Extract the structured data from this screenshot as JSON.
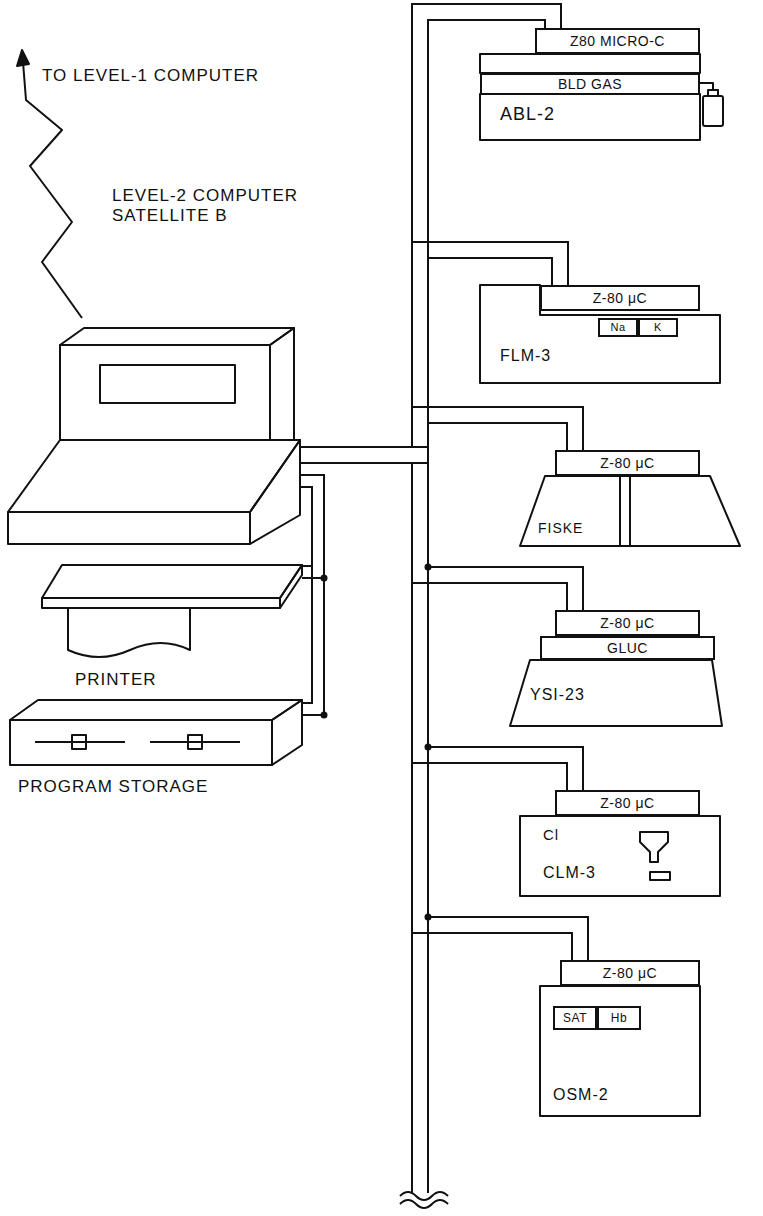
{
  "diagram": {
    "nodes": [
      {
        "text": [
          "LEVEL-2 COMPUTER SATELLITE B"
        ]
      },
      {
        "text": [
          "PRINTER"
        ]
      },
      {
        "text": [
          "PROGRAM STORAGE"
        ]
      },
      {
        "text": [
          "ABL-2"
        ]
      },
      {
        "text": [
          "Z80 MICRO-C"
        ],
        "in": 3
      },
      {
        "text": [
          "BLD GAS"
        ],
        "in": 3
      },
      {
        "text": [
          "FLM-3"
        ]
      },
      {
        "text": [
          "Z-80 μC"
        ],
        "in": 6
      },
      {
        "text": [
          "Na"
        ],
        "in": 6
      },
      {
        "text": [
          "K"
        ],
        "in": 6
      },
      {
        "text": [
          "FISKE"
        ]
      },
      {
        "text": [
          "Z-80 μC"
        ],
        "in": 10
      },
      {
        "text": [
          "YSI-23"
        ]
      },
      {
        "text": [
          "Z-80 μC"
        ],
        "in": 12
      },
      {
        "text": [
          "GLUC"
        ],
        "in": 12
      },
      {
        "text": [
          "Cl",
          "CLM-3"
        ]
      },
      {
        "text": [
          "Z-80 μC"
        ],
        "in": 15
      },
      {
        "text": [
          "OSM-2"
        ]
      },
      {
        "text": [
          "Z-80 μC"
        ],
        "in": 17
      },
      {
        "text": [
          "SAT"
        ],
        "in": 17
      },
      {
        "text": [
          "Hb"
        ],
        "in": 17
      }
    ],
    "edges": [
      {
        "from": 0,
        "to": 1,
        "arrow": "none"
      },
      {
        "from": 0,
        "to": 2,
        "arrow": "none"
      },
      {
        "from": 0,
        "to": 3,
        "arrow": "none"
      },
      {
        "from": 0,
        "to": 6,
        "arrow": "none"
      },
      {
        "from": 0,
        "to": 10,
        "arrow": "none"
      },
      {
        "from": 0,
        "to": 12,
        "arrow": "none"
      },
      {
        "from": 0,
        "to": 15,
        "arrow": "none"
      },
      {
        "from": 0,
        "to": 17,
        "arrow": "none"
      }
    ],
    "labels": [
      "TO LEVEL-1 COMPUTER"
    ]
  }
}
